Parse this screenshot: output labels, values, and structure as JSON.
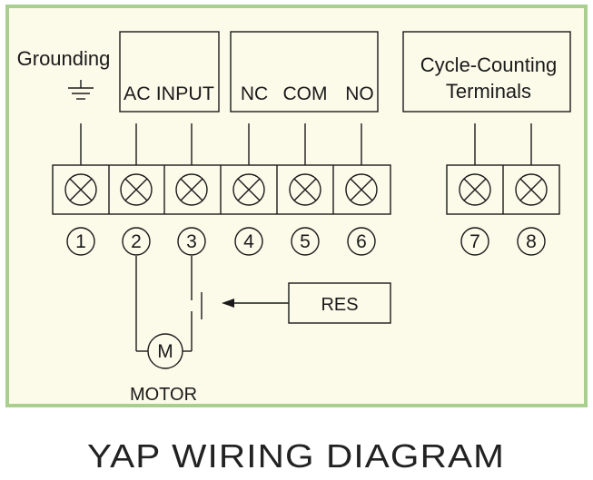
{
  "colors": {
    "panel_background": "#fcfbea",
    "panel_border": "#a9cf8f",
    "line": "#1a1a1a"
  },
  "labels": {
    "grounding": "Grounding",
    "ac_input": "AC INPUT",
    "nc": "NC",
    "com": "COM",
    "no": "NO",
    "cycle_counting_line1": "Cycle-Counting",
    "cycle_counting_line2": "Terminals",
    "res": "RES",
    "motor_symbol": "M",
    "motor": "MOTOR"
  },
  "terminals": [
    {
      "number": "1"
    },
    {
      "number": "2"
    },
    {
      "number": "3"
    },
    {
      "number": "4"
    },
    {
      "number": "5"
    },
    {
      "number": "6"
    },
    {
      "number": "7"
    },
    {
      "number": "8"
    }
  ],
  "title": "YAP WIRING DIAGRAM"
}
